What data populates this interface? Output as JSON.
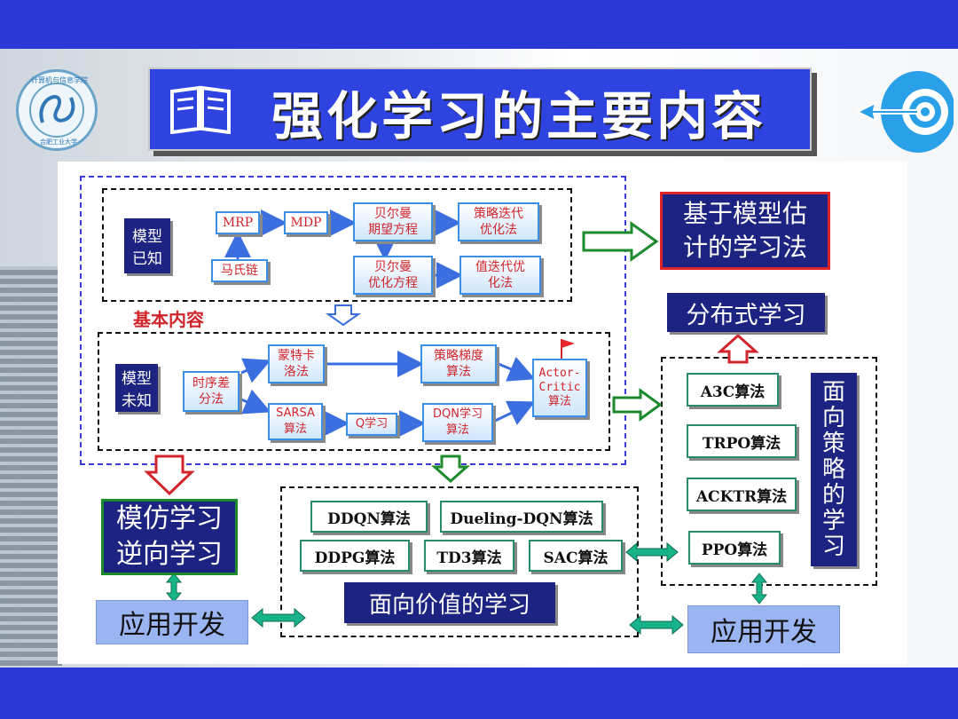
{
  "title": "强化学习的主要内容",
  "logo": {
    "top_text": "计算机与信息学院",
    "bottom_text": "合肥工业大学"
  },
  "known": {
    "label": "模型\n已知",
    "mrp": "MRP",
    "mdp": "MDP",
    "markov": "马氏链",
    "bellman_expect": "贝尔曼\n期望方程",
    "bellman_opt": "贝尔曼\n优化方程",
    "policy_iter": "策略迭代\n优化法",
    "value_iter": "值迭代优\n化法"
  },
  "basic_label": "基本内容",
  "unknown": {
    "label": "模型\n未知",
    "td": "时序差\n分法",
    "mc": "蒙特卡\n洛法",
    "sarsa": "SARSA\n算法",
    "q": "Q学习",
    "pg": "策略梯度\n算法",
    "dqn": "DQN学习\n算法",
    "ac": "Actor-\nCritic\n算法"
  },
  "model_based": "基于模型估\n计的学习法",
  "distributed": "分布式学习",
  "policy": {
    "items": [
      "A3C算法",
      "TRPO算法",
      "ACKTR算法",
      "PPO算法"
    ],
    "label": "面\n向\n策\n略\n的\n学\n习"
  },
  "value": {
    "items": [
      "DDQN算法",
      "Dueling-DQN算法",
      "DDPG算法",
      "TD3算法",
      "SAC算法"
    ],
    "label": "面向价值的学习"
  },
  "imitation": "模仿学习\n逆向学习",
  "app_left": "应用开发",
  "app_right": "应用开发",
  "colors": {
    "band": "#2a39d6",
    "navy": "#1c2380",
    "red": "#d0252b",
    "green": "#1e8a2e",
    "teal": "#19b38a"
  }
}
